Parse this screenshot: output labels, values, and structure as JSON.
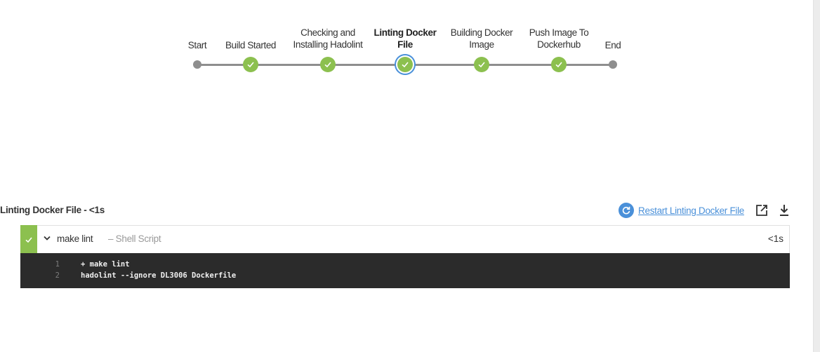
{
  "pipeline": {
    "stages": [
      {
        "label": "Start",
        "status": "terminal"
      },
      {
        "label": "Build Started",
        "status": "success"
      },
      {
        "label": "Checking and\nInstalling Hadolint",
        "status": "success"
      },
      {
        "label": "Linting Docker\nFile",
        "status": "success",
        "selected": true
      },
      {
        "label": "Building Docker\nImage",
        "status": "success"
      },
      {
        "label": "Push Image To\nDockerhub",
        "status": "success"
      },
      {
        "label": "End",
        "status": "terminal"
      }
    ],
    "colors": {
      "success": "#8cc04f",
      "terminal": "#8e8e8e",
      "selected_ring": "#4a90d9"
    }
  },
  "step": {
    "title": "Linting Docker File - <1s",
    "restart_label": "Restart Linting Docker File",
    "restart_icon": "restart-icon",
    "open_icon": "open-in-new-icon",
    "download_icon": "download-icon"
  },
  "log": {
    "status": "success",
    "command": "make lint",
    "type": "– Shell Script",
    "duration": "<1s",
    "lines": [
      {
        "num": "1",
        "text": "+ make lint"
      },
      {
        "num": "2",
        "text": "hadolint --ignore DL3006 Dockerfile"
      }
    ]
  }
}
